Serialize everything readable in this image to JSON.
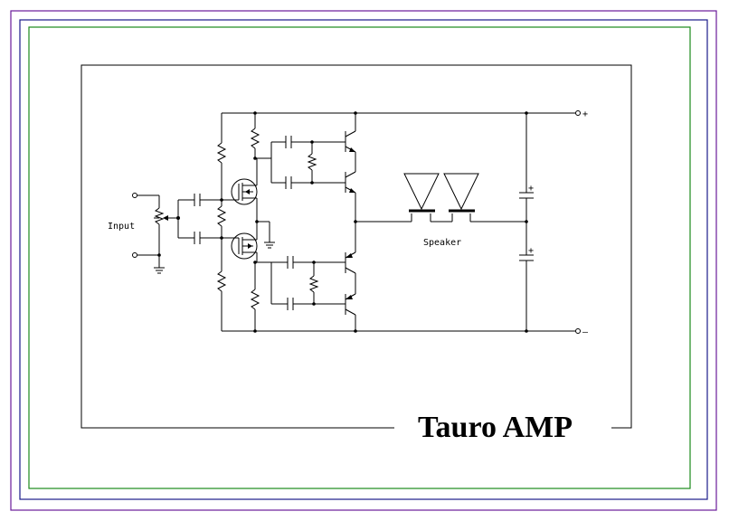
{
  "title": "Tauro AMP",
  "labels": {
    "input": "Input",
    "speaker": "Speaker",
    "plus": "+",
    "minus": "–",
    "cap_plus": "+"
  },
  "colors": {
    "outer_border": "#6a1a9a",
    "middle_border": "#1a1a8a",
    "inner_border": "#1a8a1a",
    "line": "#000000"
  },
  "icons": [
    "resistor-icon",
    "capacitor-icon",
    "mosfet-icon",
    "transistor-icon",
    "speaker-icon",
    "ground-icon",
    "terminal-icon"
  ]
}
